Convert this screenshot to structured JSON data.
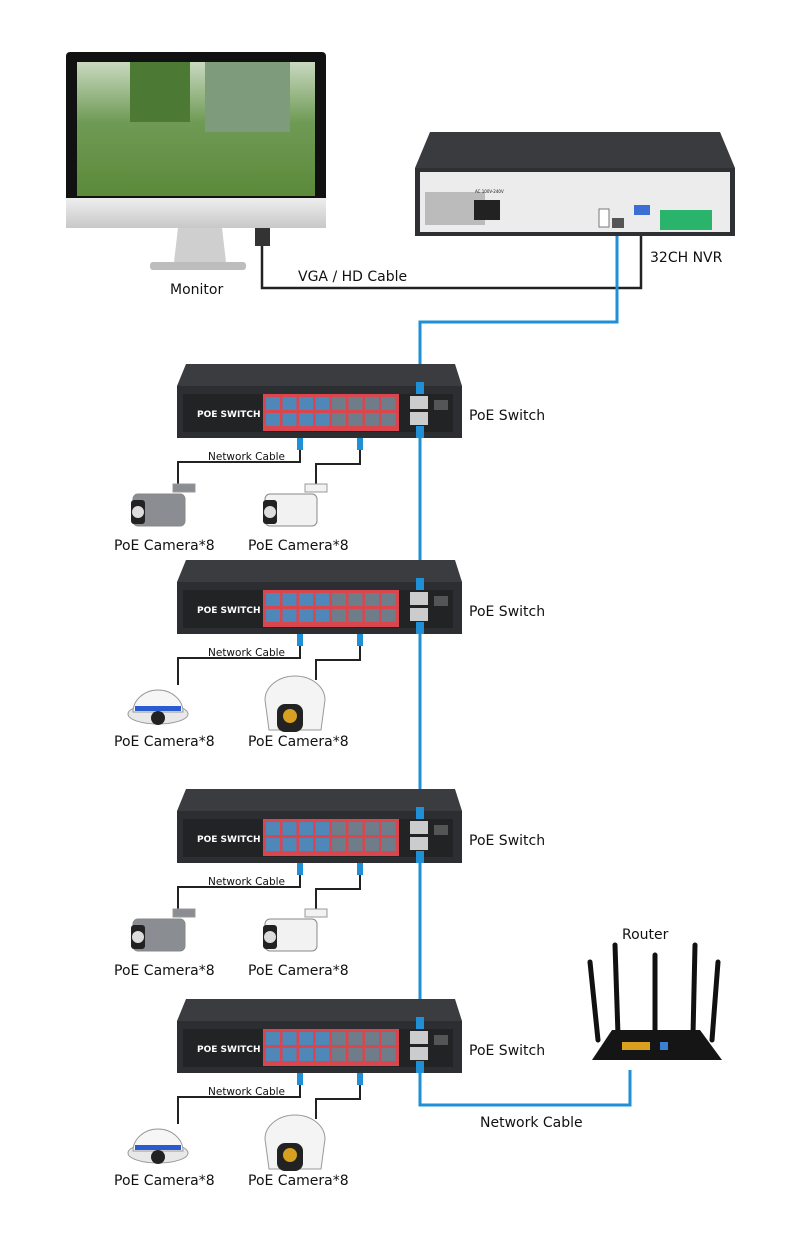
{
  "monitor": {
    "label": "Monitor"
  },
  "video_cable": {
    "label": "VGA / HD Cable"
  },
  "nvr": {
    "label": "32CH NVR",
    "rear_text": "AC 100V-240V"
  },
  "stages": [
    {
      "switch_label": "PoE Switch",
      "panel_label": "POE SWITCH",
      "cable_label": "Network Cable",
      "cameras": [
        {
          "label": "PoE Camera*8",
          "type": "bullet-gray"
        },
        {
          "label": "PoE Camera*8",
          "type": "bullet-white"
        }
      ]
    },
    {
      "switch_label": "PoE Switch",
      "panel_label": "POE SWITCH",
      "cable_label": "Network Cable",
      "cameras": [
        {
          "label": "PoE Camera*8",
          "type": "dome"
        },
        {
          "label": "PoE Camera*8",
          "type": "turret"
        }
      ]
    },
    {
      "switch_label": "PoE Switch",
      "panel_label": "POE SWITCH",
      "cable_label": "Network Cable",
      "cameras": [
        {
          "label": "PoE Camera*8",
          "type": "bullet-gray"
        },
        {
          "label": "PoE Camera*8",
          "type": "bullet-white"
        }
      ]
    },
    {
      "switch_label": "PoE Switch",
      "panel_label": "POE SWITCH",
      "cable_label": "Network Cable",
      "cameras": [
        {
          "label": "PoE Camera*8",
          "type": "dome"
        },
        {
          "label": "PoE Camera*8",
          "type": "turret"
        }
      ]
    }
  ],
  "router": {
    "label": "Router",
    "cable_label": "Network Cable"
  },
  "colors": {
    "ethernet": "#1f8fd6",
    "video": "#222222",
    "switch_body": "#2d2e31",
    "port_frame": "#d9464e"
  }
}
